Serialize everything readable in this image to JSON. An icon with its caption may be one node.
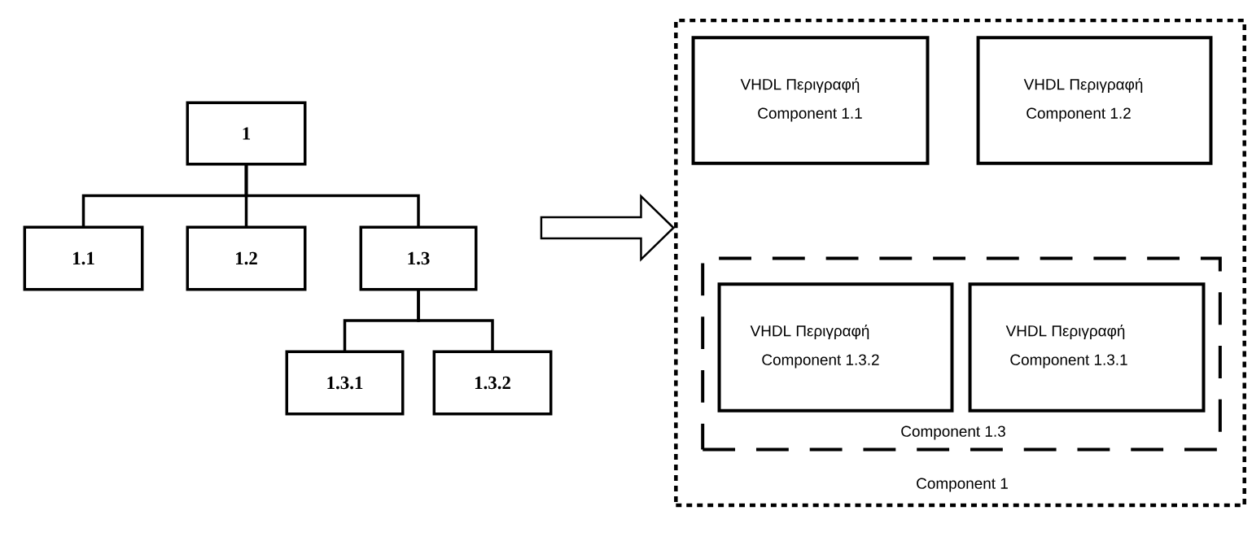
{
  "diagram": {
    "nodes": [
      {
        "text": [
          "1"
        ]
      },
      {
        "text": [
          "1.1"
        ]
      },
      {
        "text": [
          "1.2"
        ]
      },
      {
        "text": [
          "1.3"
        ]
      },
      {
        "text": [
          "1.3.1"
        ]
      },
      {
        "text": [
          "1.3.2"
        ]
      },
      {
        "text": [
          "Component 1"
        ]
      },
      {
        "text": [
          "VHDL Περιγραφή",
          "Component 1.1"
        ],
        "in": 6
      },
      {
        "text": [
          "VHDL Περιγραφή",
          "Component 1.2"
        ],
        "in": 6
      },
      {
        "text": [
          "Component 1.3"
        ],
        "in": 6
      },
      {
        "text": [
          "VHDL Περιγραφή",
          "Component 1.3.2"
        ],
        "in": 9
      },
      {
        "text": [
          "VHDL Περιγραφή",
          "Component 1.3.1"
        ],
        "in": 9
      }
    ],
    "edges": [
      {
        "from": 0,
        "to": 1,
        "arrow": "none"
      },
      {
        "from": 0,
        "to": 2,
        "arrow": "none"
      },
      {
        "from": 0,
        "to": 3,
        "arrow": "none"
      },
      {
        "from": 3,
        "to": 4,
        "arrow": "none"
      },
      {
        "from": 3,
        "to": 5,
        "arrow": "none"
      },
      {
        "from": null,
        "to": 6,
        "arrow": "to"
      }
    ]
  }
}
